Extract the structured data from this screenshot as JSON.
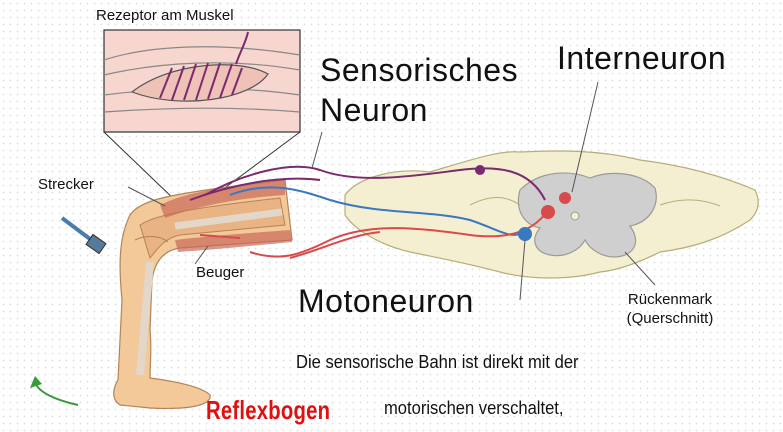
{
  "labels": {
    "rezeptor": "Rezeptor am Muskel",
    "sensorisches_line1": "Sensorisches",
    "sensorisches_line2": "Neuron",
    "interneuron": "Interneuron",
    "strecker": "Strecker",
    "beuger": "Beuger",
    "motoneuron": "Motoneuron",
    "rueckenmark_line1": "Rückenmark",
    "rueckenmark_line2": "(Querschnitt)"
  },
  "caption": {
    "line1": "Die sensorische Bahn ist direkt mit der",
    "line2": "motorischen verschaltet,"
  },
  "title": "Reflexbogen",
  "colors": {
    "sensory": "#7a2a6e",
    "motor_red": "#d94a4a",
    "motor_blue": "#3a78c2",
    "inset_bg": "#f6d6cf",
    "cord_fill": "#f5efd2",
    "gray_matter": "#cfcfcf",
    "skin": "#f3c99a",
    "title_red": "#e01010"
  }
}
